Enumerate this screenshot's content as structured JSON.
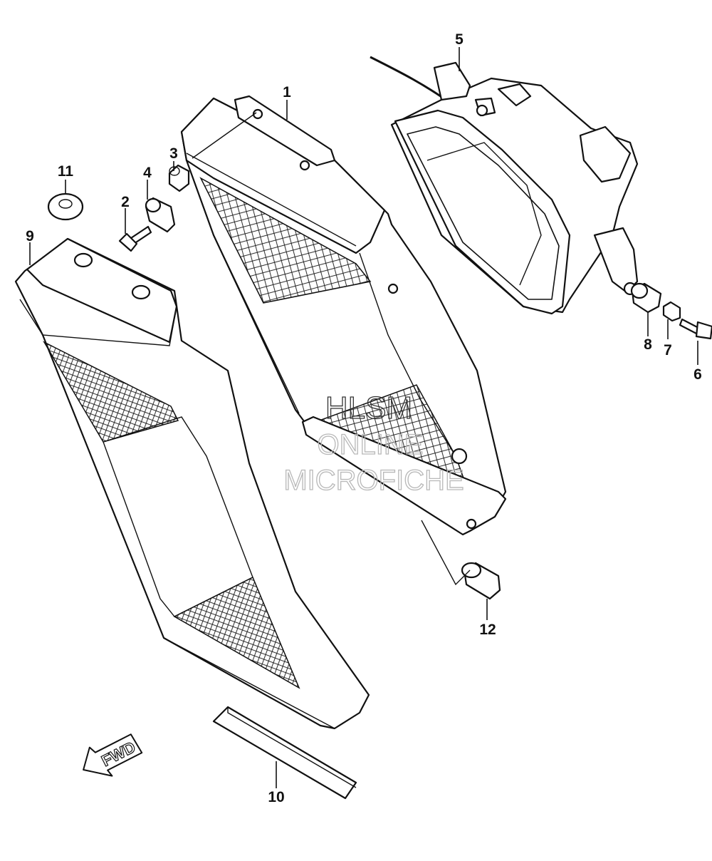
{
  "callouts": [
    {
      "id": "1",
      "label": "1"
    },
    {
      "id": "2",
      "label": "2"
    },
    {
      "id": "3",
      "label": "3"
    },
    {
      "id": "4",
      "label": "4"
    },
    {
      "id": "5",
      "label": "5"
    },
    {
      "id": "6",
      "label": "6"
    },
    {
      "id": "7",
      "label": "7"
    },
    {
      "id": "8",
      "label": "8"
    },
    {
      "id": "9",
      "label": "9"
    },
    {
      "id": "10",
      "label": "10"
    },
    {
      "id": "11",
      "label": "11"
    },
    {
      "id": "12",
      "label": "12"
    }
  ],
  "direction_arrow": {
    "label": "FWD"
  },
  "watermark": {
    "line1": "HLSM",
    "line2": "ONLINE",
    "line3": "MICROFICHE"
  }
}
